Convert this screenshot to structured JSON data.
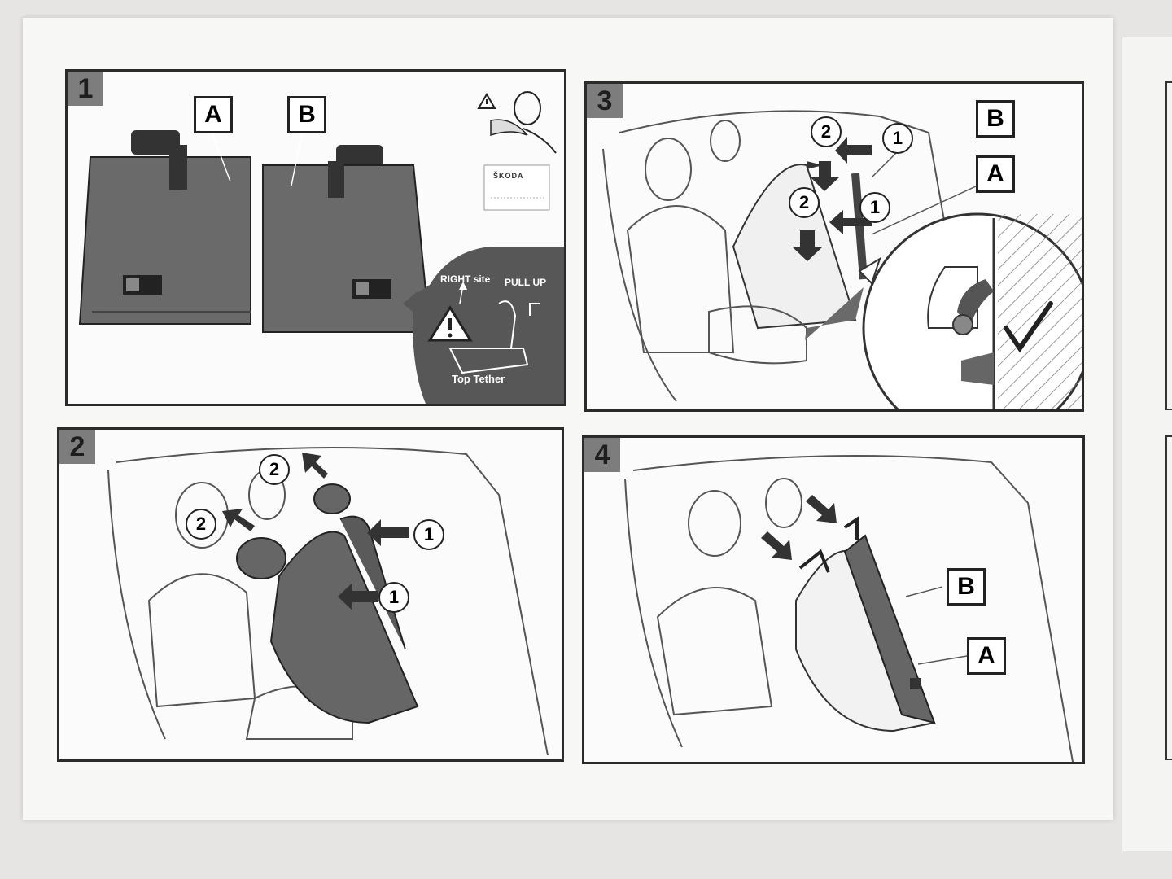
{
  "panels": {
    "p1": {
      "step": "1",
      "label_a": "A",
      "label_b": "B",
      "right_site": "RIGHT site",
      "pull_up": "PULL UP",
      "top_tether": "Top Tether",
      "brand": "ŠKODA",
      "warning_icon": "warning-triangle-icon",
      "reading_icon": "reading-manual-icon"
    },
    "p2": {
      "step": "2",
      "callout_2a": "2",
      "callout_2b": "2",
      "callout_1a": "1",
      "callout_1b": "1"
    },
    "p3": {
      "step": "3",
      "callout_2a": "2",
      "callout_1a": "1",
      "callout_2b": "2",
      "callout_1b": "1",
      "label_b": "B",
      "label_a": "A",
      "check_icon": "checkmark-icon"
    },
    "p4": {
      "step": "4",
      "label_b": "B",
      "label_a": "A"
    }
  },
  "colors": {
    "frame": "#2b2b2b",
    "cover_dark": "#6a6a6a",
    "step_badge": "#7d7d7d",
    "paper": "#f7f7f6"
  }
}
